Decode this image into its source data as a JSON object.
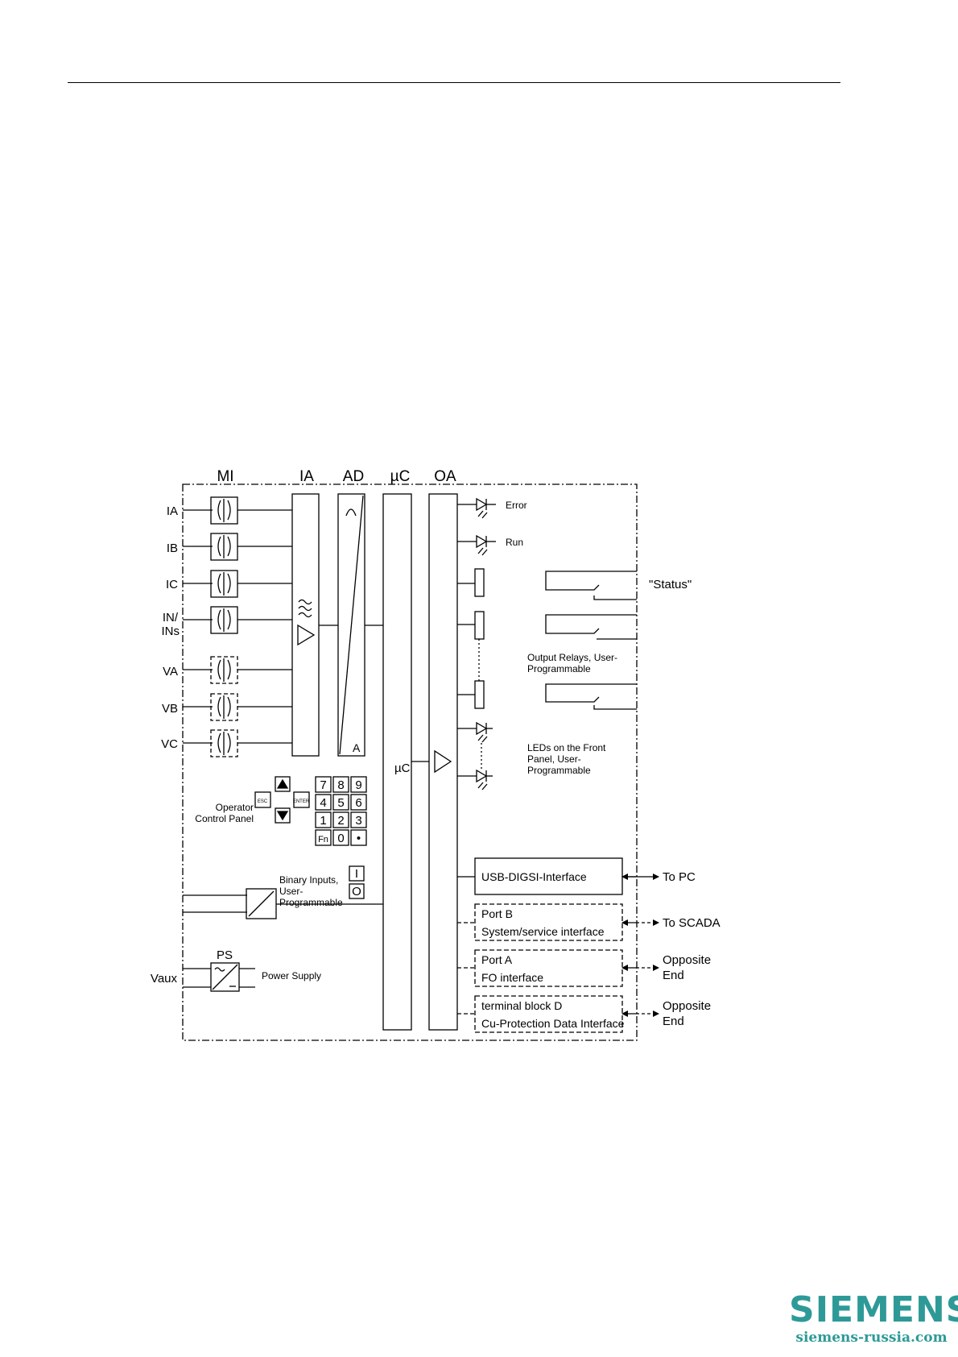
{
  "diagram": {
    "columns": {
      "mi": "MI",
      "ia": "IA",
      "ad": "AD",
      "uc": "µC",
      "oa": "OA"
    },
    "inputs": [
      "IA",
      "IB",
      "IC",
      "IN/",
      "INs",
      "VA",
      "VB",
      "VC"
    ],
    "ad_letter": "A",
    "uc_label": "µC",
    "leds": {
      "error": "Error",
      "run": "Run"
    },
    "status_label": "\"Status\"",
    "output_relays": [
      "Output Relays, User-",
      "Programmable"
    ],
    "front_leds": [
      "LEDs on the Front",
      "Panel, User-",
      "Programmable"
    ],
    "operator_panel": [
      "Operator",
      "Control Panel"
    ],
    "keys": {
      "esc": "ESC",
      "enter": "ENTER",
      "keypad": [
        "7",
        "8",
        "9",
        "4",
        "5",
        "6",
        "1",
        "2",
        "3",
        "Fn",
        "0",
        "•"
      ]
    },
    "binary_inputs": [
      "Binary Inputs,",
      "User-",
      "Programmable"
    ],
    "binary_keys": [
      "I",
      "O"
    ],
    "ps": "PS",
    "vaux": "Vaux",
    "power_supply": "Power Supply",
    "interfaces": [
      {
        "line1": "USB-DIGSI-Interface",
        "line2": "",
        "dest1": "To PC",
        "dest2": "",
        "style": "solid"
      },
      {
        "line1": "Port B",
        "line2": "System/service interface",
        "dest1": "To SCADA",
        "dest2": "",
        "style": "dashed"
      },
      {
        "line1": "Port A",
        "line2": "FO interface",
        "dest1": "Opposite",
        "dest2": "End",
        "style": "dashed"
      },
      {
        "line1": "terminal block D",
        "line2": "Cu-Protection Data Interface",
        "dest1": "Opposite",
        "dest2": "End",
        "style": "dashed"
      }
    ]
  },
  "brand": {
    "logo": "SIEMENS",
    "site": "siemens-russia.com"
  }
}
